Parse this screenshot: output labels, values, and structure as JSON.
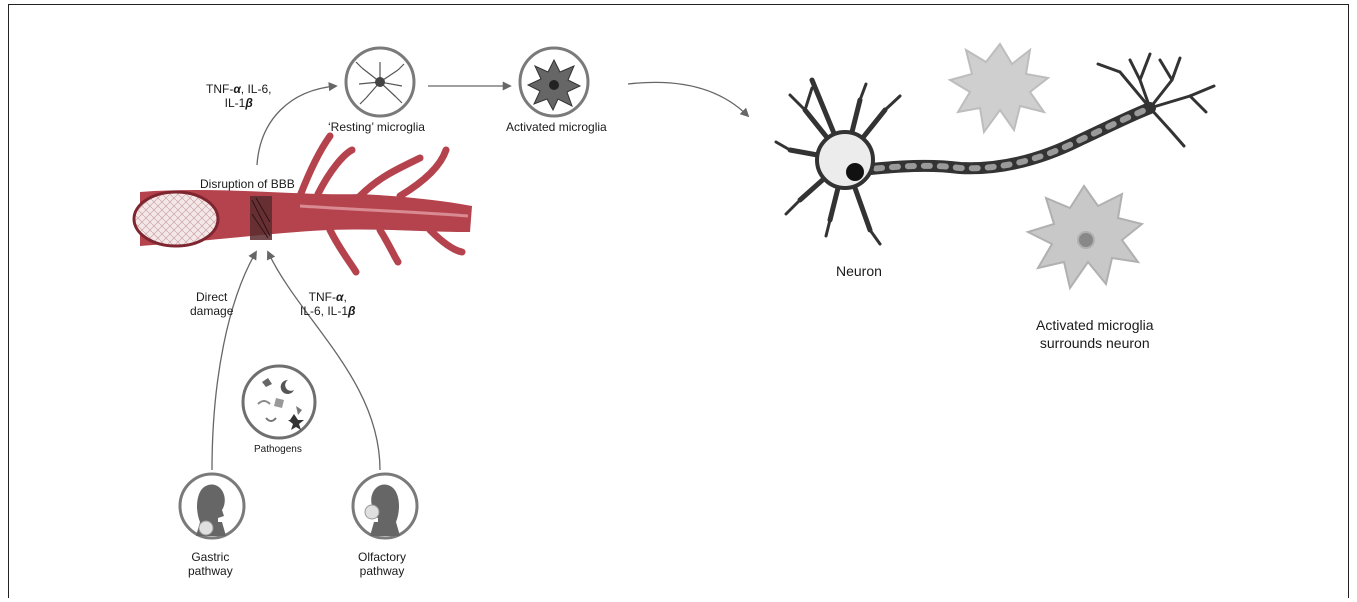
{
  "labels": {
    "tnf_top_line1_prefix": "TNF-",
    "tnf_top_alpha": "α",
    "tnf_top_line1_suffix": ", IL-6,",
    "tnf_top_line2_prefix": "IL-1",
    "tnf_top_beta": "β",
    "resting_microglia": "‘Resting’ microglia",
    "activated_microglia": "Activated microglia",
    "disruption_bbb": "Disruption of BBB",
    "direct_damage_line1": "Direct",
    "direct_damage_line2": "damage",
    "tnf_bottom_line1_prefix": "TNF-",
    "tnf_bottom_alpha": "α",
    "tnf_bottom_line1_suffix": ",",
    "tnf_bottom_line2_prefix": "IL-6, IL-1",
    "tnf_bottom_beta": "β",
    "pathogens": "Pathogens",
    "gastric_line1": "Gastric",
    "gastric_line2": "pathway",
    "olfactory_line1": "Olfactory",
    "olfactory_line2": "pathway",
    "neuron": "Neuron",
    "surround_line1": "Activated microglia",
    "surround_line2": "surrounds neuron"
  },
  "colors": {
    "vessel": "#b5434d",
    "vessel_dark": "#7e2530",
    "vessel_light": "#d98a92",
    "arrow": "#666666",
    "circle_border": "#7a7a7a",
    "neuron": "#3a3a3a",
    "faded_microglia": "#bdbdbd"
  }
}
